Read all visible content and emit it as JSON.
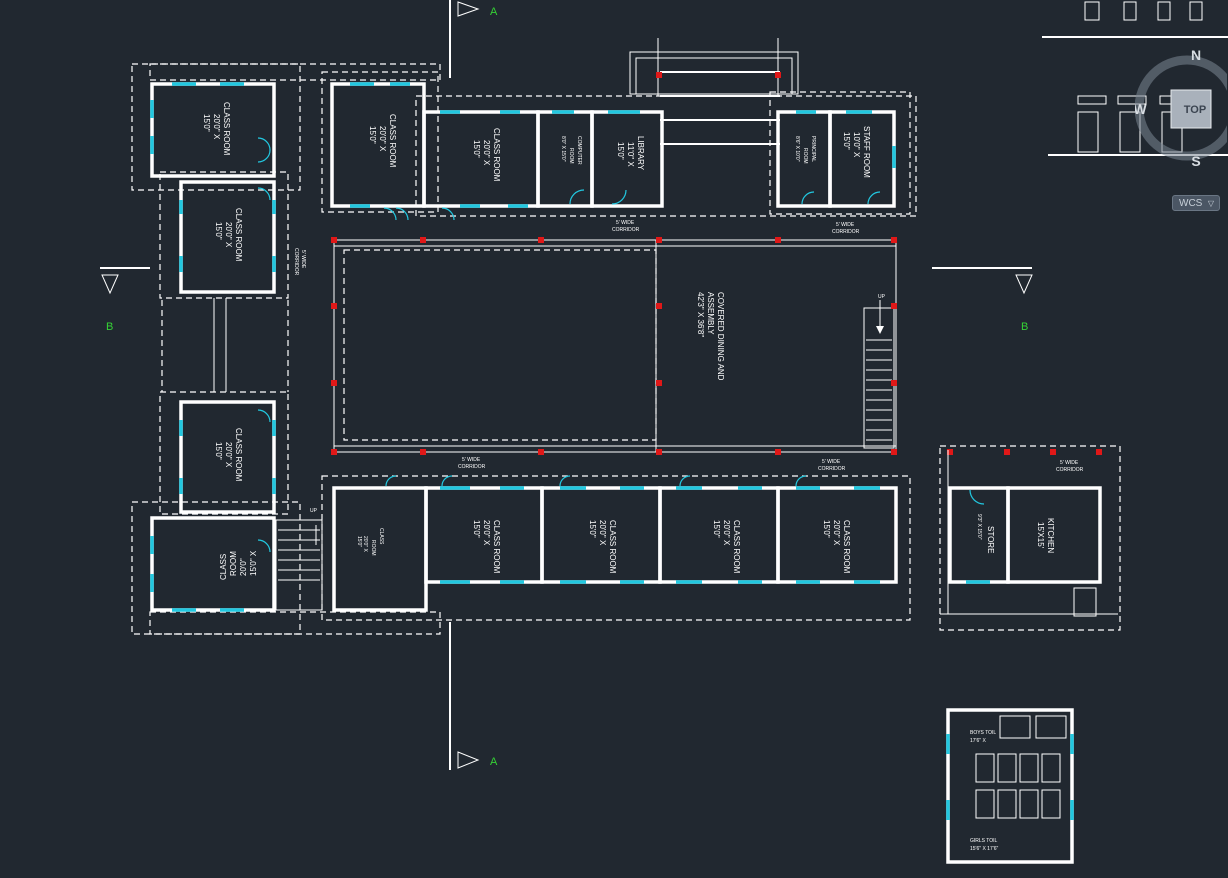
{
  "viewcube": {
    "north": "N",
    "south": "S",
    "west": "W",
    "face": "TOP",
    "coordinate_system": "WCS"
  },
  "section_markers": {
    "a_top": "A",
    "a_bottom": "A",
    "b_left": "B",
    "b_right": "B"
  },
  "rooms": {
    "cr_nw_top": [
      "CLASS ROOM",
      "20'0\" X",
      "15'0\""
    ],
    "cr_nw_mid": [
      "CLASS ROOM",
      "20'0\" X",
      "15'0\""
    ],
    "cr_n1": [
      "CLASS ROOM",
      "20'0\" X",
      "15'0\""
    ],
    "cr_n2": [
      "CLASS ROOM",
      "20'0\" X",
      "15'0\""
    ],
    "computer": [
      "COMPUTER",
      "ROOM",
      "8'0\" X 15'0\""
    ],
    "library": [
      "LIBRARY",
      "11'0\" X",
      "15'0\""
    ],
    "principal": [
      "PRINCIPAL",
      "ROOM",
      "8'6\" X 10'0\""
    ],
    "staff": [
      "STAFF ROOM",
      "10'0\" X",
      "15'0\""
    ],
    "hall": [
      "COVERED DINING AND",
      "ASSEMBLY",
      "42'3\" X 36'8\""
    ],
    "cr_sw_mid": [
      "CLASS ROOM",
      "20'0\" X",
      "15'0\""
    ],
    "cr_sw_bot": [
      "CLASS",
      "ROOM",
      "20'0\"",
      "15'0\" X"
    ],
    "cr_s_small": [
      "CLASS",
      "ROOM",
      "20'0\" X",
      "15'0\""
    ],
    "cr_s1": [
      "CLASS ROOM",
      "20'0\" X",
      "15'0\""
    ],
    "cr_s2": [
      "CLASS ROOM",
      "20'0\" X",
      "15'0\""
    ],
    "cr_s3": [
      "CLASS ROOM",
      "20'0\" X",
      "15'0\""
    ],
    "cr_s4": [
      "CLASS ROOM",
      "20'0\" X",
      "15'0\""
    ],
    "store": [
      "STORE",
      "9'3\" X 15'0\""
    ],
    "kitchen": [
      "KITCHEN",
      "15'X15'"
    ],
    "boys_toilet": [
      "BOYS TOIL",
      "17'6\" X"
    ],
    "girls_toilet": [
      "GIRLS TOIL",
      "15'6\" X 17'6\""
    ]
  },
  "corridors": {
    "north_left": [
      "5' WIDE",
      "CORRIDOR"
    ],
    "north_right": [
      "5' WIDE",
      "CORRIDOR"
    ],
    "west": [
      "5' WIDE",
      "CORRIDOR"
    ],
    "south_left": [
      "5' WIDE",
      "CORRIDOR"
    ],
    "south_right": [
      "5' WIDE",
      "CORRIDOR"
    ],
    "kitchen": [
      "5' WIDE",
      "CORRIDOR"
    ]
  },
  "stair_labels": {
    "hall_up": "UP",
    "west_up": "UP"
  }
}
